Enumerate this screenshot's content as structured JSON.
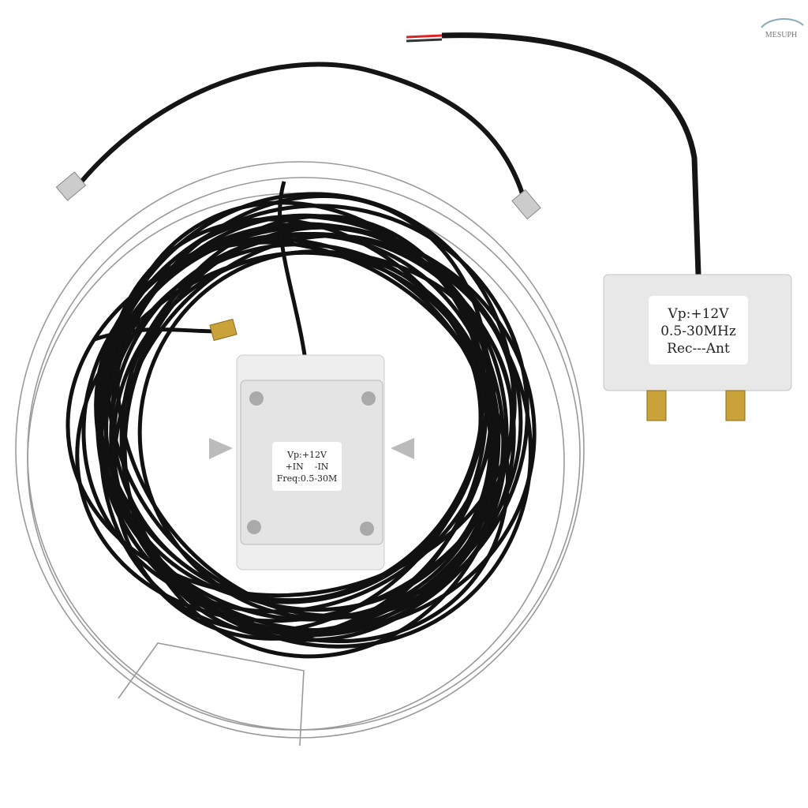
{
  "watermark": {
    "brand": "MESUPH"
  },
  "amplifier_box": {
    "label_lines": [
      "Vp:+12V",
      "+IN    -IN",
      "Freq:0.5-30M"
    ]
  },
  "power_box": {
    "label_lines": [
      "Vp:+12V",
      "0.5-30MHz",
      "Rec---Ant"
    ]
  },
  "colors": {
    "cable": "#111111",
    "box": "#e6e6e6",
    "wire": "#9a9a9a",
    "connector": "#c9a23a"
  }
}
